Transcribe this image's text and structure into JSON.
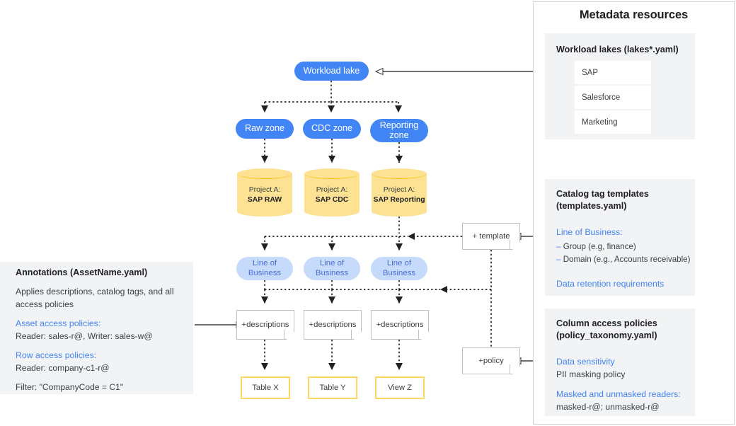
{
  "metadata_panel": {
    "title": "Metadata resources",
    "lakes_card": {
      "heading": "Workload lakes (lakes*.yaml)",
      "items": [
        "SAP",
        "Salesforce",
        "Marketing"
      ]
    },
    "templates_card": {
      "heading": "Catalog tag templates (templates.yaml)",
      "lob_label": "Line of Business:",
      "bullets": [
        "Group (e.g, finance)",
        "Domain (e.g., Accounts receivable)"
      ],
      "retention_label": "Data retention requirements",
      "dash": "–"
    },
    "policies_card": {
      "heading": "Column access policies (policy_taxonomy.yaml)",
      "sensitivity_label": "Data sensitivity",
      "sensitivity_value": "PII masking policy",
      "readers_label": "Masked and unmasked readers:",
      "readers_value": "masked-r@; unmasked-r@"
    }
  },
  "annotations": {
    "title": "Annotations (AssetName.yaml)",
    "description": "Applies descriptions, catalog tags, and all access policies",
    "asset_label": "Asset access policies:",
    "asset_value": "Reader: sales-r@, Writer: sales-w@",
    "row_label": "Row access policies:",
    "row_value": "Reader: company-c1-r@",
    "filter": "Filter: \"CompanyCode = C1\""
  },
  "flow": {
    "workload_lake": "Workload lake",
    "zones": [
      "Raw zone",
      "CDC zone",
      "Reporting zone"
    ],
    "projects": [
      {
        "line1": "Project A:",
        "line2": "SAP RAW"
      },
      {
        "line1": "Project A:",
        "line2": "SAP CDC"
      },
      {
        "line1": "Project A:",
        "line2": "SAP Reporting"
      }
    ],
    "line_of_business": [
      "Line of Business",
      "Line of Business",
      "Line of Business"
    ],
    "descriptions": [
      "+descriptions",
      "+descriptions",
      "+descriptions"
    ],
    "tables": [
      "Table X",
      "Table Y",
      "View Z"
    ],
    "note_template": "+ template",
    "note_policy": "+policy"
  },
  "colors": {
    "blue": "#4285f4",
    "light_blue": "#c6dafc",
    "yellow_fill": "#fde293",
    "yellow_border": "#fdd663",
    "panel_gray": "#f1f3f4",
    "text_dark": "#202124"
  }
}
